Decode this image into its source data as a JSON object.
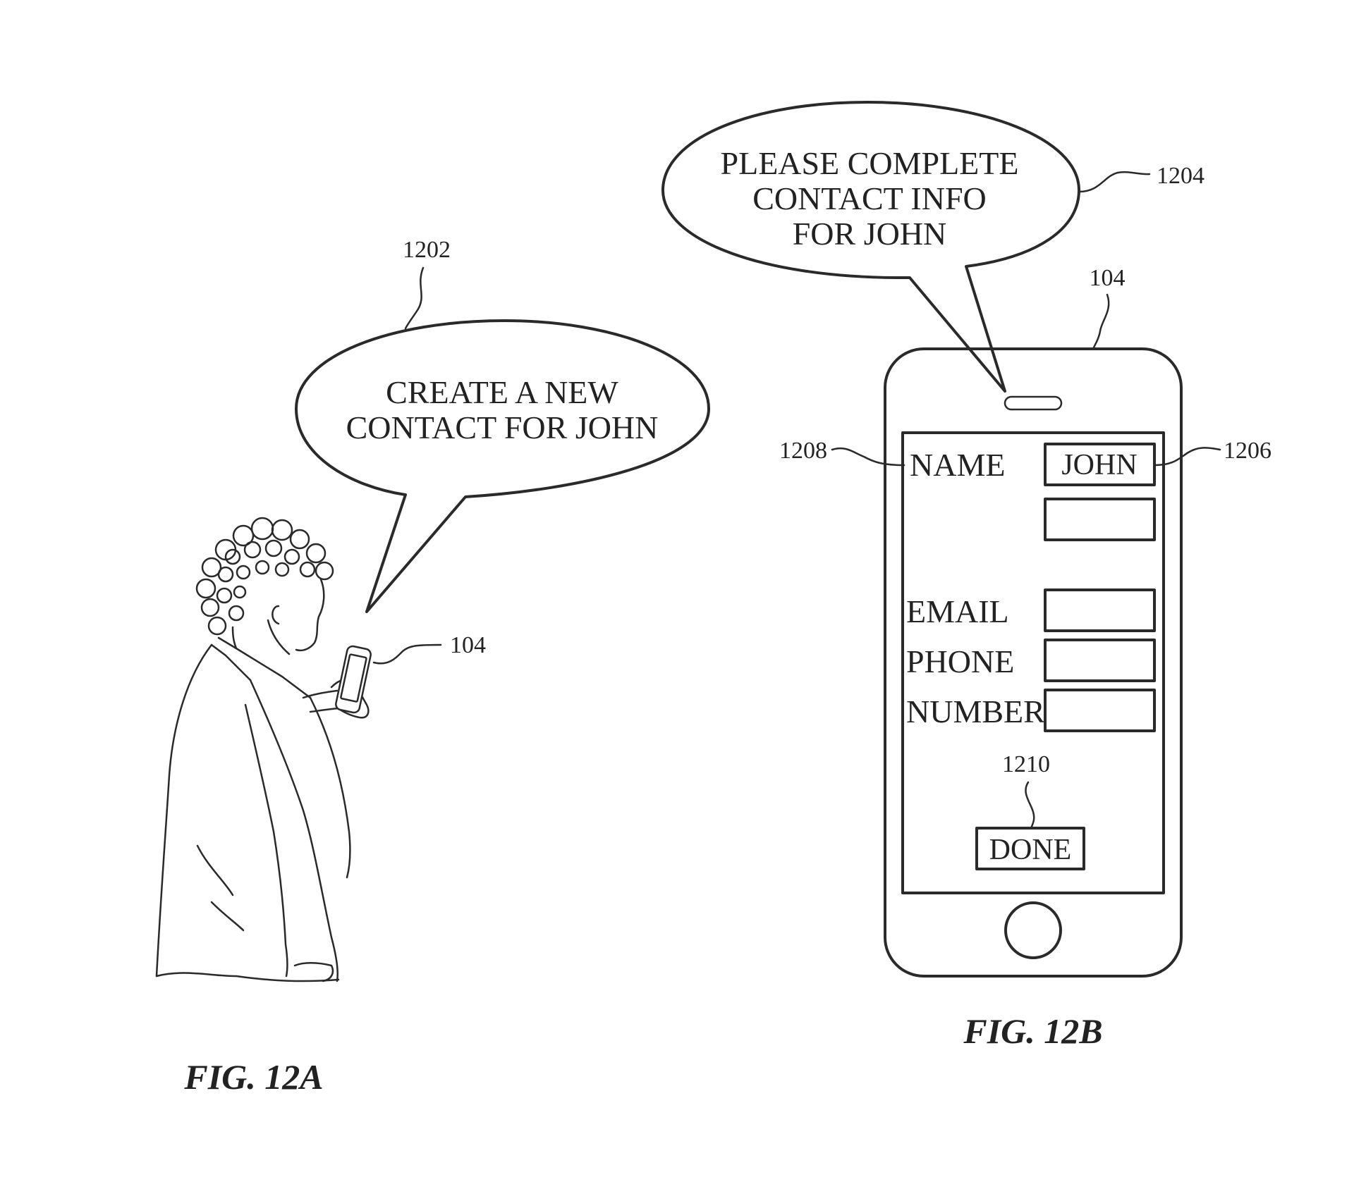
{
  "fig_a": {
    "caption": "FIG. 12A",
    "speech_bubble": {
      "ref": "1202",
      "lines": [
        "CREATE A NEW",
        "CONTACT FOR JOHN"
      ]
    },
    "device_ref": "104"
  },
  "fig_b": {
    "caption": "FIG. 12B",
    "speech_bubble": {
      "ref": "1204",
      "lines": [
        "PLEASE COMPLETE",
        "CONTACT INFO",
        "FOR JOHN"
      ]
    },
    "device_ref": "104",
    "labels_ref": "1208",
    "fields_ref": "1206",
    "done_ref": "1210",
    "form": {
      "name_label": "NAME",
      "name_value": "JOHN",
      "email_label": "EMAIL",
      "phone_label": "PHONE",
      "number_label": "NUMBER",
      "done_label": "DONE"
    }
  }
}
